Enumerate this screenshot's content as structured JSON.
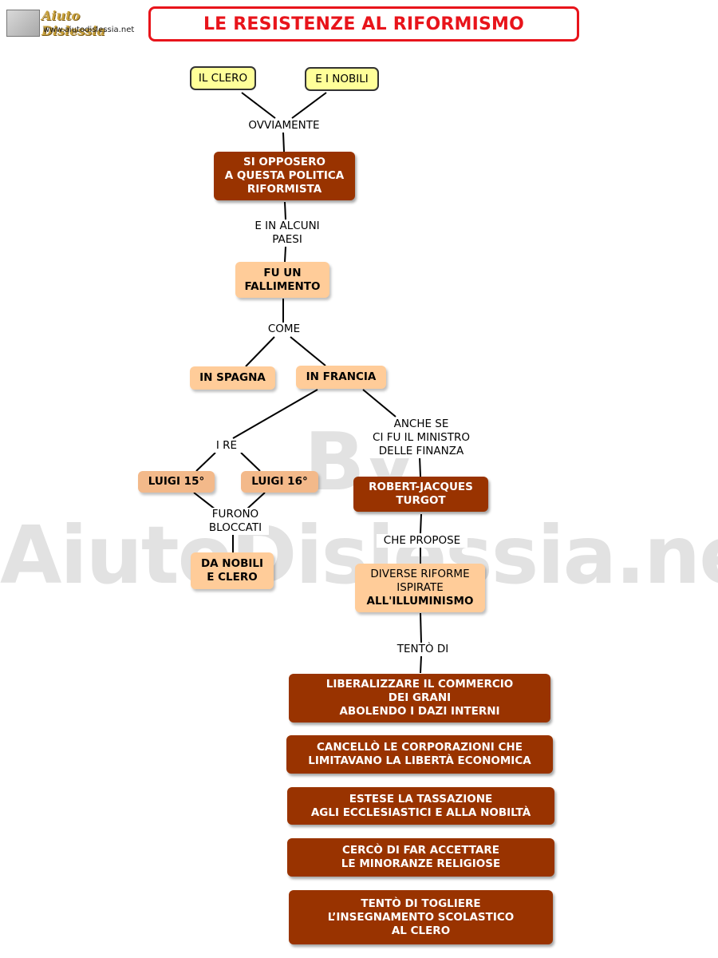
{
  "header": {
    "logo_name": "Aiuto Dislessia",
    "logo_url": "www.aiutodislessia.net",
    "title": "LE RESISTENZE AL RIFORMISMO"
  },
  "watermark": "By AiutoDislessia.net",
  "nodes": {
    "il_clero": "IL CLERO",
    "e_i_nobili": "E I NOBILI",
    "si_opposero": "SI OPPOSERO\nA QUESTA POLITICA\nRIFORMISTA",
    "fu_un_fallimento": "FU UN\nFALLIMENTO",
    "in_spagna": "IN SPAGNA",
    "in_francia": "IN FRANCIA",
    "luigi_15": "LUIGI 15°",
    "luigi_16": "LUIGI 16°",
    "da_nobili": "DA NOBILI\nE CLERO",
    "turgot": "ROBERT-JACQUES\nTURGOT",
    "riforme_line1": "DIVERSE RIFORME\nISPIRATE",
    "riforme_line2": "ALL'ILLUMINISMO",
    "liberalizzare": "LIBERALIZZARE IL COMMERCIO\nDEI GRANI\nABOLENDO I DAZI INTERNI",
    "cancello": "CANCELLÒ  LE CORPORAZIONI CHE\nLIMITAVANO  LA  LIBERTÀ  ECONOMICA",
    "estese": "ESTESE LA TASSAZIONE\nAGLI ECCLESIASTICI E ALLA NOBILTÀ",
    "cerco": "CERCÒ DI FAR ACCETTARE\nLE MINORANZE RELIGIOSE",
    "tento_togliere": "TENTÒ DI TOGLIERE\nL’INSEGNAMENTO SCOLASTICO\nAL CLERO"
  },
  "links": {
    "ovviamente": "OVVIAMENTE",
    "e_in_alcuni_paesi": "E IN ALCUNI\nPAESI",
    "come": "COME",
    "i_re": "I RE",
    "anche_se": "ANCHE SE\nCI FU IL MINISTRO\nDELLE FINANZA",
    "furono_bloccati": "FURONO\nBLOCCATI",
    "che_propose": "CHE PROPOSE",
    "tento_di": "TENTÒ DI"
  },
  "colors": {
    "title_red": "#e8141b",
    "dark_node": "#993300",
    "peach_node": "#ffcc99",
    "yellow_node": "#ffff99"
  }
}
